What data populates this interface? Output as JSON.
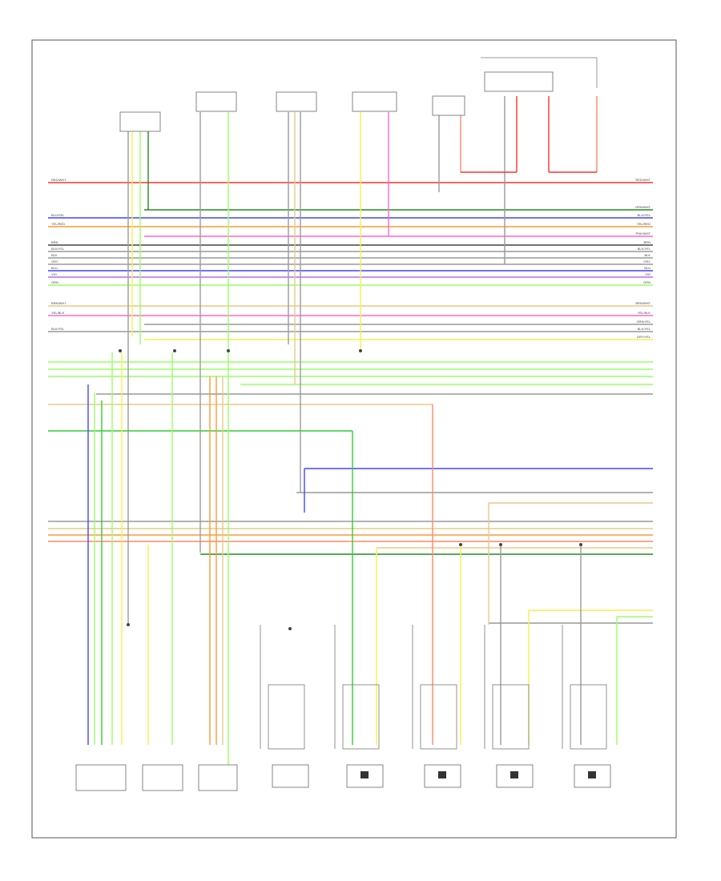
{
  "figure_label": "",
  "colors": {
    "frame": "#555555",
    "text": "#444444",
    "red": "#ff3030",
    "pink": "#ff66cc",
    "blue": "#4444ff",
    "orange": "#ff9933",
    "grey": "#999999",
    "tan": "#e8c98a",
    "light_green": "#99ff66",
    "green": "#33cc33",
    "dark_green": "#228b22",
    "yellow": "#f2f24d",
    "salmon": "#ff8866",
    "violet": "#b36bff",
    "black": "#444444"
  },
  "wire_rows": [
    {
      "color": "red",
      "left_label": "RED/WHT",
      "right_label": "RED/WHT",
      "full": true
    },
    {
      "color": "dark_green",
      "left_label": "",
      "right_label": "GRN/WHT",
      "full": false
    },
    {
      "color": "blue",
      "left_label": "BLU/YEL",
      "right_label": "BLU/YEL",
      "full": true
    },
    {
      "color": "orange",
      "left_label": "YEL/RED",
      "right_label": "YEL/RED",
      "full": true
    },
    {
      "color": "pink",
      "left_label": "",
      "right_label": "PNK/WHT",
      "full": false
    },
    {
      "color": "black",
      "left_label": "BRN",
      "right_label": "BRN",
      "full": true
    },
    {
      "color": "grey",
      "left_label": "BLK/YEL",
      "right_label": "BLK/YEL",
      "full": true
    },
    {
      "color": "grey",
      "left_label": "BLK",
      "right_label": "BLK",
      "full": true
    },
    {
      "color": "grey",
      "left_label": "GRY",
      "right_label": "GRY",
      "full": true
    },
    {
      "color": "blue",
      "left_label": "BLU",
      "right_label": "BLU",
      "full": true
    },
    {
      "color": "violet",
      "left_label": "VIO",
      "right_label": "VIO",
      "full": true
    },
    {
      "color": "light_green",
      "left_label": "GRN",
      "right_label": "GRN",
      "full": true
    },
    {
      "color": "tan",
      "left_label": "BRN/WHT",
      "right_label": "BRN/WHT",
      "full": true
    },
    {
      "color": "pink",
      "left_label": "YEL/BLK",
      "right_label": "YEL/BLK",
      "full": true
    },
    {
      "color": "grey",
      "left_label": "",
      "right_label": "GRN/YEL",
      "full": false
    },
    {
      "color": "grey",
      "left_label": "BLK/YEL",
      "right_label": "BLK/YEL",
      "full": true
    },
    {
      "color": "yellow",
      "left_label": "",
      "right_label": "GRY/YEL",
      "full": false
    }
  ],
  "components": [
    {
      "name": "top-sensor-1",
      "label": ""
    },
    {
      "name": "top-sensor-2",
      "label": ""
    },
    {
      "name": "top-sensor-3",
      "label": ""
    },
    {
      "name": "top-sensor-4",
      "label": ""
    },
    {
      "name": "top-switch",
      "label": ""
    },
    {
      "name": "top-relay",
      "label": ""
    },
    {
      "name": "bottom-sensor-1",
      "label": ""
    },
    {
      "name": "bottom-sensor-2",
      "label": ""
    },
    {
      "name": "bottom-sensor-3",
      "label": ""
    },
    {
      "name": "ignition-coil-1",
      "label": ""
    },
    {
      "name": "ignition-coil-2",
      "label": ""
    },
    {
      "name": "ignition-coil-3",
      "label": ""
    },
    {
      "name": "ignition-coil-4",
      "label": ""
    },
    {
      "name": "ignition-coil-5",
      "label": ""
    }
  ]
}
